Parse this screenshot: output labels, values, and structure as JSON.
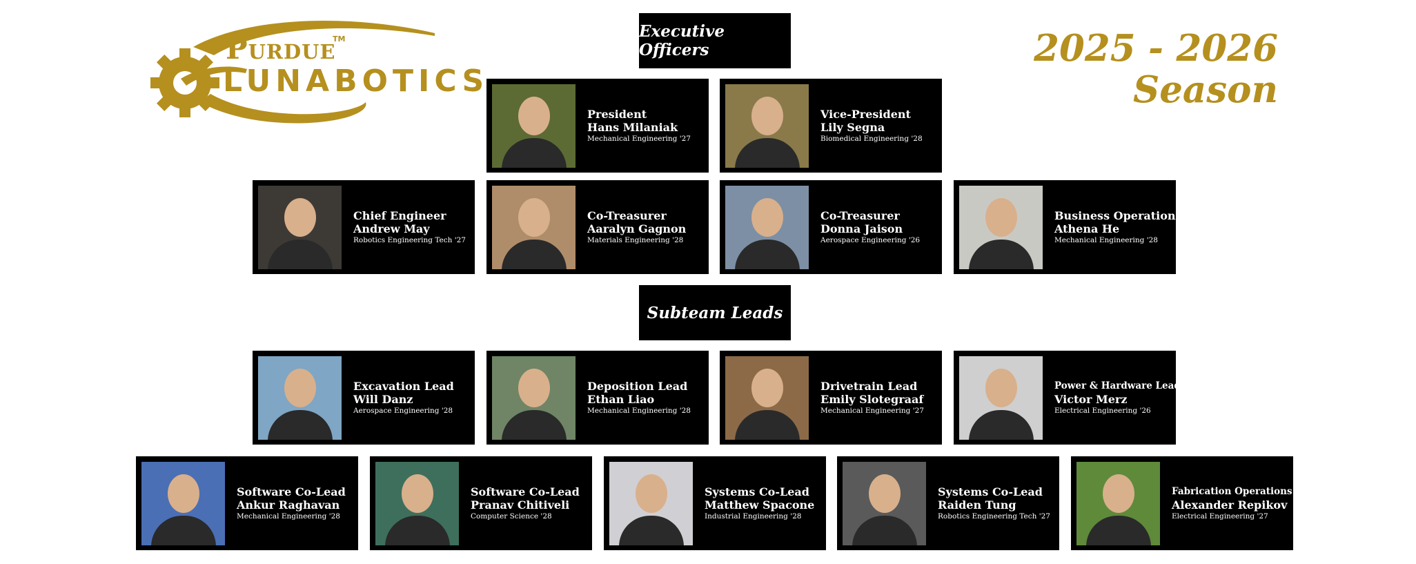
{
  "logo": {
    "line1": "Purdue",
    "trademark": "TM",
    "line2": "LUNABOTICS"
  },
  "season": {
    "line1": "2025 - 2026",
    "line2": "Season"
  },
  "sections": {
    "executive": "Executive Officers",
    "subteam": "Subteam Leads"
  },
  "members": [
    {
      "role": "President",
      "name": "Hans Milaniak",
      "major": "Mechanical Engineering '27",
      "bg": "#5c6b33"
    },
    {
      "role": "Vice-President",
      "name": "Lily Segna",
      "major": "Biomedical Engineering '28",
      "bg": "#8a7a4a"
    },
    {
      "role": "Chief Engineer",
      "name": "Andrew May",
      "major": "Robotics Engineering Tech '27",
      "bg": "#3d3a36"
    },
    {
      "role": "Co-Treasurer",
      "name": "Aaralyn Gagnon",
      "major": "Materials Engineering '28",
      "bg": "#b08d6a"
    },
    {
      "role": "Co-Treasurer",
      "name": "Donna Jaison",
      "major": "Aerospace Engineering '26",
      "bg": "#7d8fa4"
    },
    {
      "role": "Business Operations",
      "name": "Athena He",
      "major": "Mechanical Engineering '28",
      "bg": "#c9c9c4"
    },
    {
      "role": "Excavation Lead",
      "name": "Will Danz",
      "major": "Aerospace Engineering '28",
      "bg": "#7fa6c4"
    },
    {
      "role": "Deposition Lead",
      "name": "Ethan Liao",
      "major": "Mechanical Engineering '28",
      "bg": "#6f8566"
    },
    {
      "role": "Drivetrain Lead",
      "name": "Emily Slotegraaf",
      "major": "Mechanical Engineering '27",
      "bg": "#8c6a48"
    },
    {
      "role": "Power & Hardware Lead",
      "name": "Victor Merz",
      "major": "Electrical Engineering '26",
      "bg": "#cfcfcf"
    },
    {
      "role": "Software Co-Lead",
      "name": "Ankur Raghavan",
      "major": "Mechanical Engineering '28",
      "bg": "#4a6fb5"
    },
    {
      "role": "Software Co-Lead",
      "name": "Pranav Chitiveli",
      "major": "Computer Science '28",
      "bg": "#3e6f5c"
    },
    {
      "role": "Systems Co-Lead",
      "name": "Matthew Spacone",
      "major": "Industrial Engineering  '28",
      "bg": "#d0cfd3"
    },
    {
      "role": "Systems Co-Lead",
      "name": "Raiden Tung",
      "major": "Robotics Engineering Tech  '27",
      "bg": "#5a5a5a"
    },
    {
      "role": "Fabrication Operations",
      "name": "Alexander Repikov",
      "major": "Electrical Engineering '27",
      "bg": "#5f8a3a"
    }
  ]
}
